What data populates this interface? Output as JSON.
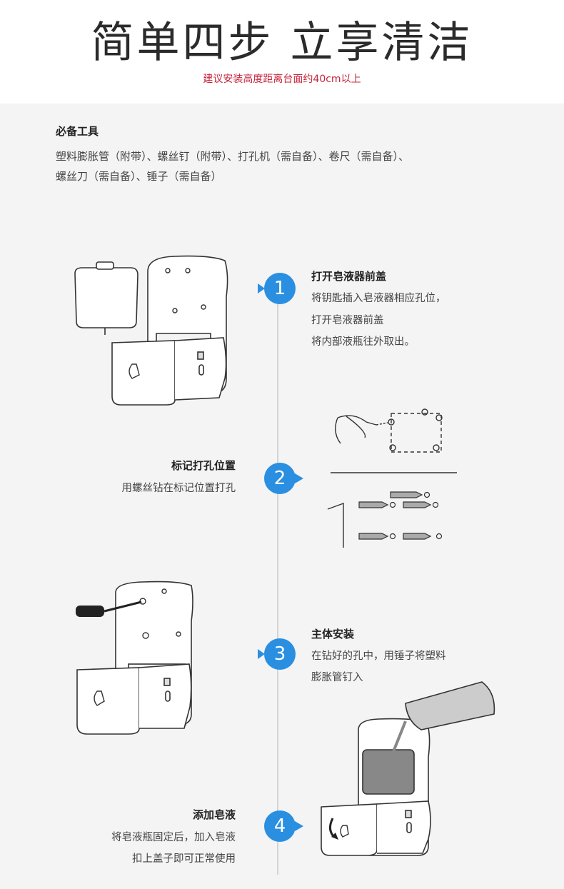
{
  "header": {
    "title": "简单四步 立享清洁",
    "subtitle": "建议安装高度距离台面约40cm以上"
  },
  "tools": {
    "heading": "必备工具",
    "line1": "塑料膨胀管（附带）、螺丝钉（附带）、打孔机（需自备）、卷尺（需自备）、",
    "line2": "螺丝刀（需自备）、锤子（需自备）"
  },
  "steps": [
    {
      "number": "1",
      "heading": "打开皂液器前盖",
      "lines": [
        "将钥匙插入皂液器相应孔位，",
        "打开皂液器前盖",
        "将内部液瓶往外取出。"
      ]
    },
    {
      "number": "2",
      "heading": "标记打孔位置",
      "lines": [
        "用螺丝钻在标记位置打孔"
      ]
    },
    {
      "number": "3",
      "heading": "主体安装",
      "lines": [
        "在钻好的孔中，用锤子将塑料",
        "膨胀管钉入"
      ]
    },
    {
      "number": "4",
      "heading": "添加皂液",
      "lines": [
        "将皂液瓶固定后，加入皂液",
        "扣上盖子即可正常使用"
      ]
    }
  ],
  "colors": {
    "accent": "#2a8fe0",
    "subtitle": "#c4243a",
    "line": "#d4d4d4"
  }
}
